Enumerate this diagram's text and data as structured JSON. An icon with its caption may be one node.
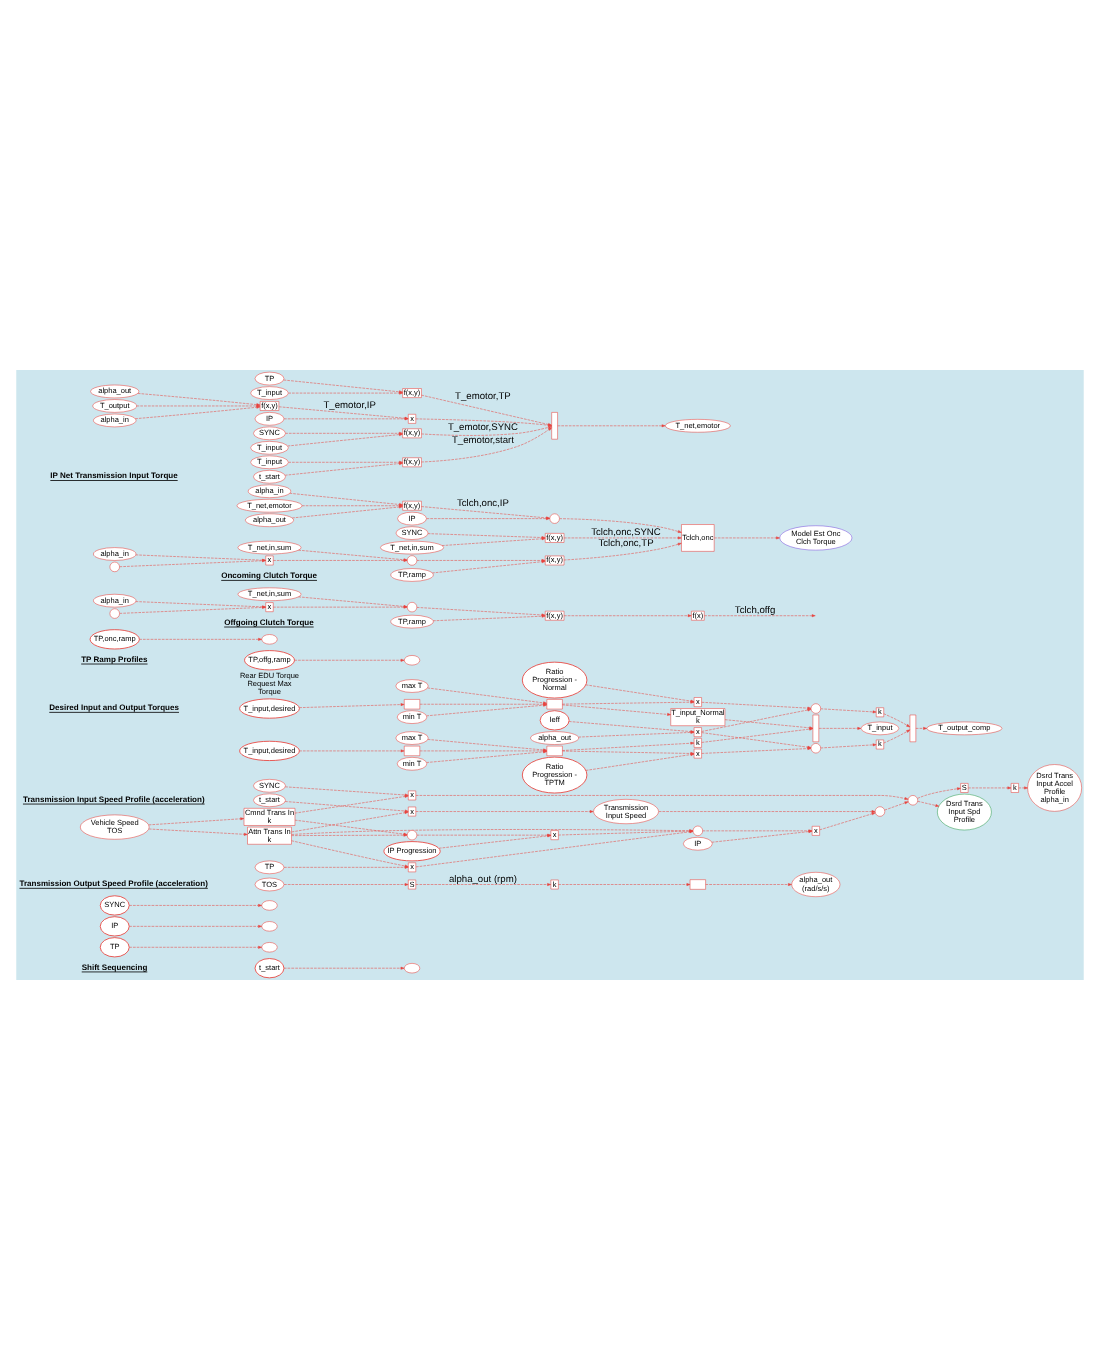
{
  "diagram": {
    "nodes": [
      {
        "text": [
          "t_start"
        ]
      },
      {
        "text": [],
        "shape": "oval"
      },
      {
        "text": [
          "TP"
        ]
      },
      {
        "text": [],
        "shape": "oval"
      },
      {
        "text": [
          "IP"
        ]
      },
      {
        "text": [],
        "shape": "oval"
      },
      {
        "text": [
          "SYNC"
        ]
      },
      {
        "text": [],
        "shape": "oval"
      },
      {
        "text": [
          "TOS"
        ]
      },
      {
        "text": [
          "S"
        ]
      },
      {
        "text": [
          "k"
        ]
      },
      {
        "text": [],
        "shape": "box"
      },
      {
        "text": [
          "alpha_out (rad/s/s)"
        ]
      },
      {
        "text": [
          "t_start"
        ]
      },
      {
        "text": [
          "x"
        ]
      },
      {
        "text": [
          "TP"
        ]
      },
      {
        "text": [
          "x"
        ]
      },
      {
        "text": [
          "Vehicle Speed",
          "TOS"
        ]
      },
      {
        "text": [
          "Attn Trans In",
          "k"
        ]
      },
      {
        "text": [
          "Cmnd Trans In",
          "k"
        ]
      },
      {
        "text": [
          "SYNC"
        ]
      },
      {
        "text": [
          "x"
        ]
      },
      {
        "text": [
          "Transmission Input Speed"
        ]
      },
      {
        "text": [],
        "shape": "circle"
      },
      {
        "text": [],
        "shape": "circle"
      },
      {
        "text": [
          "x"
        ]
      },
      {
        "text": [
          "IP Progression"
        ]
      },
      {
        "text": [
          "IP"
        ]
      },
      {
        "text": [
          "x"
        ]
      },
      {
        "text": [],
        "shape": "circle"
      },
      {
        "text": [],
        "shape": "circle"
      },
      {
        "text": [
          "S"
        ]
      },
      {
        "text": [
          "k"
        ]
      },
      {
        "text": [
          "Dsrd Trans Input Accel Profile alpha_in"
        ]
      },
      {
        "text": [
          "Dsrd Trans Input Spd Profile"
        ]
      },
      {
        "text": [
          "max T"
        ]
      },
      {
        "text": [
          "T_input,desired"
        ]
      },
      {
        "text": [],
        "shape": "box"
      },
      {
        "text": [
          "min T"
        ]
      },
      {
        "text": [],
        "shape": "box"
      },
      {
        "text": [
          "T_input_Normal",
          "k"
        ]
      },
      {
        "text": [
          "x"
        ]
      },
      {
        "text": [
          "Ratio Progression - Normal"
        ]
      },
      {
        "text": [
          "alpha_out"
        ]
      },
      {
        "text": [
          "x"
        ]
      },
      {
        "text": [
          "Ieff"
        ]
      },
      {
        "text": [],
        "shape": "circle"
      },
      {
        "text": [
          "Ratio Progression - TPTM"
        ]
      },
      {
        "text": [
          "x"
        ]
      },
      {
        "text": [],
        "shape": "circle"
      },
      {
        "text": [
          "k"
        ]
      },
      {
        "text": [
          "k"
        ]
      },
      {
        "text": [],
        "shape": "bar"
      },
      {
        "text": [
          "T_output_comp"
        ]
      },
      {
        "text": [
          "max T"
        ]
      },
      {
        "text": [
          "T_input,desired"
        ]
      },
      {
        "text": [],
        "shape": "box"
      },
      {
        "text": [
          "min T"
        ]
      },
      {
        "text": [],
        "shape": "box"
      },
      {
        "text": [
          "k"
        ]
      },
      {
        "text": [],
        "shape": "bar"
      },
      {
        "text": [
          "T_input"
        ]
      },
      {
        "text": [
          "TP,offg,ramp"
        ]
      },
      {
        "text": [],
        "shape": "oval"
      },
      {
        "text": [
          "TP,onc,ramp"
        ]
      },
      {
        "text": [],
        "shape": "oval"
      },
      {
        "text": [
          "TP,ramp"
        ]
      },
      {
        "text": [
          "f(x,y)"
        ]
      },
      {
        "text": [
          "f(x)"
        ]
      },
      {
        "text": [
          "T_net,in,sum"
        ]
      },
      {
        "text": [],
        "shape": "circle"
      },
      {
        "text": [
          "alpha_in"
        ]
      },
      {
        "text": [
          "x"
        ]
      },
      {
        "text": [],
        "shape": "circle"
      },
      {
        "text": [
          "TP,ramp"
        ]
      },
      {
        "text": [
          "f(x,y)"
        ]
      },
      {
        "text": [
          "T_net,in,sum"
        ]
      },
      {
        "text": [],
        "shape": "circle"
      },
      {
        "text": [
          "alpha_in"
        ]
      },
      {
        "text": [
          "x"
        ]
      },
      {
        "text": [],
        "shape": "circle"
      },
      {
        "text": [
          "alpha_in"
        ]
      },
      {
        "text": [
          "T_net,emotor"
        ]
      },
      {
        "text": [
          "alpha_out"
        ]
      },
      {
        "text": [
          "f(x,y)"
        ]
      },
      {
        "text": [
          "IP"
        ]
      },
      {
        "text": [],
        "shape": "circle"
      },
      {
        "text": [
          "SYNC"
        ]
      },
      {
        "text": [
          "T_net,in,sum"
        ]
      },
      {
        "text": [
          "f(x,y)"
        ]
      },
      {
        "text": [
          "Tclch,onc"
        ]
      },
      {
        "text": [
          "Model Est Onc Clch Torque"
        ]
      },
      {
        "text": [
          "t_start"
        ]
      },
      {
        "text": [
          "T_input"
        ]
      },
      {
        "text": [
          "f(x,y)"
        ]
      },
      {
        "text": [
          "TP"
        ]
      },
      {
        "text": [
          "T_input"
        ]
      },
      {
        "text": [
          "f(x,y)"
        ]
      },
      {
        "text": [
          "alpha_out"
        ]
      },
      {
        "text": [
          "T_output"
        ]
      },
      {
        "text": [
          "alpha_in"
        ]
      },
      {
        "text": [
          "f(x,y)"
        ]
      },
      {
        "text": [
          "IP"
        ]
      },
      {
        "text": [
          "x"
        ]
      },
      {
        "text": [
          "SYNC"
        ]
      },
      {
        "text": [
          "T_input"
        ]
      },
      {
        "text": [
          "f(x,y)"
        ]
      },
      {
        "text": [],
        "shape": "bar"
      },
      {
        "text": [
          "T_net,emotor"
        ]
      }
    ],
    "edges": [
      {
        "from": 0,
        "to": 1,
        "arrow": "to"
      },
      {
        "from": 2,
        "to": 3,
        "arrow": "to"
      },
      {
        "from": 4,
        "to": 5,
        "arrow": "to"
      },
      {
        "from": 6,
        "to": 7,
        "arrow": "to"
      },
      {
        "from": 8,
        "to": 9,
        "arrow": "to"
      },
      {
        "from": 9,
        "to": 10,
        "arrow": "to",
        "label": "alpha_out (rpm)"
      },
      {
        "from": 10,
        "to": 11,
        "arrow": "to"
      },
      {
        "from": 11,
        "to": 12,
        "arrow": "to"
      },
      {
        "from": 17,
        "to": 18,
        "arrow": "to"
      },
      {
        "from": 17,
        "to": 19,
        "arrow": "to"
      },
      {
        "from": 13,
        "to": 14,
        "arrow": "to"
      },
      {
        "from": 18,
        "to": 14,
        "arrow": "to"
      },
      {
        "from": 14,
        "to": 22,
        "arrow": "to"
      },
      {
        "from": 15,
        "to": 16,
        "arrow": "to"
      },
      {
        "from": 18,
        "to": 16,
        "arrow": "to"
      },
      {
        "from": 16,
        "to": 23,
        "arrow": "to"
      },
      {
        "from": 18,
        "to": 23,
        "arrow": "to"
      },
      {
        "from": 18,
        "to": 24,
        "arrow": "to"
      },
      {
        "from": 19,
        "to": 24,
        "arrow": "to"
      },
      {
        "from": 24,
        "to": 25,
        "arrow": "to"
      },
      {
        "from": 26,
        "to": 25,
        "arrow": "to"
      },
      {
        "from": 25,
        "to": 23,
        "arrow": "to"
      },
      {
        "from": 23,
        "to": 28,
        "arrow": "to"
      },
      {
        "from": 27,
        "to": 28,
        "arrow": "to"
      },
      {
        "from": 28,
        "to": 29,
        "arrow": "to"
      },
      {
        "from": 22,
        "to": 29,
        "arrow": "to"
      },
      {
        "from": 29,
        "to": 30,
        "arrow": "to"
      },
      {
        "from": 19,
        "to": 21,
        "arrow": "to"
      },
      {
        "from": 20,
        "to": 21,
        "arrow": "to"
      },
      {
        "from": 21,
        "to": 30,
        "arrow": "to"
      },
      {
        "from": 30,
        "to": 31,
        "arrow": "to"
      },
      {
        "from": 31,
        "to": 32,
        "arrow": "to"
      },
      {
        "from": 32,
        "to": 33,
        "arrow": "to"
      },
      {
        "from": 30,
        "to": 34,
        "arrow": "to"
      },
      {
        "from": 35,
        "to": 39,
        "arrow": "to"
      },
      {
        "from": 36,
        "to": 37,
        "arrow": "to"
      },
      {
        "from": 37,
        "to": 39,
        "arrow": "to"
      },
      {
        "from": 38,
        "to": 39,
        "arrow": "to"
      },
      {
        "from": 39,
        "to": 41,
        "arrow": "to"
      },
      {
        "from": 39,
        "to": 40,
        "arrow": "to"
      },
      {
        "from": 42,
        "to": 41,
        "arrow": "to"
      },
      {
        "from": 41,
        "to": 46,
        "arrow": "to"
      },
      {
        "from": 43,
        "to": 44,
        "arrow": "to"
      },
      {
        "from": 45,
        "to": 44,
        "arrow": "to"
      },
      {
        "from": 44,
        "to": 46,
        "arrow": "to"
      },
      {
        "from": 44,
        "to": 49,
        "arrow": "to"
      },
      {
        "from": 46,
        "to": 50,
        "arrow": "to"
      },
      {
        "from": 49,
        "to": 51,
        "arrow": "to"
      },
      {
        "from": 50,
        "to": 52,
        "arrow": "to"
      },
      {
        "from": 51,
        "to": 52,
        "arrow": "to"
      },
      {
        "from": 52,
        "to": 53,
        "arrow": "to"
      },
      {
        "from": 47,
        "to": 48,
        "arrow": "to"
      },
      {
        "from": 48,
        "to": 49,
        "arrow": "to"
      },
      {
        "from": 54,
        "to": 58,
        "arrow": "to"
      },
      {
        "from": 55,
        "to": 56,
        "arrow": "to"
      },
      {
        "from": 56,
        "to": 58,
        "arrow": "to"
      },
      {
        "from": 57,
        "to": 58,
        "arrow": "to"
      },
      {
        "from": 58,
        "to": 48,
        "arrow": "to"
      },
      {
        "from": 58,
        "to": 59,
        "arrow": "to"
      },
      {
        "from": 40,
        "to": 60,
        "arrow": "to"
      },
      {
        "from": 59,
        "to": 60,
        "arrow": "to"
      },
      {
        "from": 60,
        "to": 61,
        "arrow": "to"
      },
      {
        "from": 62,
        "to": 63,
        "arrow": "to"
      },
      {
        "from": 64,
        "to": 65,
        "arrow": "to"
      },
      {
        "from": 66,
        "to": 67,
        "arrow": "to"
      },
      {
        "from": 67,
        "to": 68,
        "arrow": "to"
      },
      {
        "from": 68,
        "to": null,
        "arrow": "to",
        "label": "Tclch,offg"
      },
      {
        "from": 69,
        "to": 70,
        "arrow": "to"
      },
      {
        "from": 70,
        "to": 67,
        "arrow": "to"
      },
      {
        "from": 71,
        "to": 72,
        "arrow": "to"
      },
      {
        "from": 73,
        "to": 72,
        "arrow": "to"
      },
      {
        "from": 72,
        "to": 70,
        "arrow": "to"
      },
      {
        "from": 74,
        "to": 75,
        "arrow": "to"
      },
      {
        "from": 77,
        "to": 75,
        "arrow": "to"
      },
      {
        "from": 76,
        "to": 77,
        "arrow": "to"
      },
      {
        "from": 78,
        "to": 79,
        "arrow": "to"
      },
      {
        "from": 80,
        "to": 79,
        "arrow": "to"
      },
      {
        "from": 79,
        "to": 77,
        "arrow": "to"
      },
      {
        "from": 75,
        "to": 90,
        "arrow": "to",
        "label": "Tclch,onc,TP"
      },
      {
        "from": 81,
        "to": 84,
        "arrow": "to"
      },
      {
        "from": 82,
        "to": 84,
        "arrow": "to"
      },
      {
        "from": 83,
        "to": 84,
        "arrow": "to"
      },
      {
        "from": 84,
        "to": 86,
        "arrow": "to",
        "label": "Tclch,onc,IP"
      },
      {
        "from": 85,
        "to": 86,
        "arrow": "to"
      },
      {
        "from": 86,
        "to": 90,
        "arrow": "to"
      },
      {
        "from": 87,
        "to": 89,
        "arrow": "to"
      },
      {
        "from": 88,
        "to": 89,
        "arrow": "to"
      },
      {
        "from": 89,
        "to": 90,
        "arrow": "to",
        "label": "Tclch,onc,SYNC"
      },
      {
        "from": 90,
        "to": 91,
        "arrow": "to"
      },
      {
        "from": 92,
        "to": 94,
        "arrow": "to"
      },
      {
        "from": 93,
        "to": 94,
        "arrow": "to"
      },
      {
        "from": 94,
        "to": 107,
        "arrow": "to",
        "label": "T_emotor,start"
      },
      {
        "from": 95,
        "to": 97,
        "arrow": "to"
      },
      {
        "from": 96,
        "to": 97,
        "arrow": "to"
      },
      {
        "from": 97,
        "to": 107,
        "arrow": "to",
        "label": "T_emotor,TP"
      },
      {
        "from": 98,
        "to": 101,
        "arrow": "to"
      },
      {
        "from": 99,
        "to": 101,
        "arrow": "to"
      },
      {
        "from": 100,
        "to": 101,
        "arrow": "to"
      },
      {
        "from": 101,
        "to": 103,
        "arrow": "to",
        "label": "T_emotor,IP"
      },
      {
        "from": 102,
        "to": 103,
        "arrow": "to"
      },
      {
        "from": 103,
        "to": 107,
        "arrow": "to"
      },
      {
        "from": 104,
        "to": 106,
        "arrow": "to"
      },
      {
        "from": 105,
        "to": 106,
        "arrow": "to"
      },
      {
        "from": 106,
        "to": 107,
        "arrow": "to",
        "label": "T_emotor,SYNC"
      },
      {
        "from": 107,
        "to": 108,
        "arrow": "to"
      }
    ],
    "labels": [
      "Shift Sequencing",
      "Transmission Output Speed Profile (acceleration)",
      "Transmission Input Speed Profile (acceleration)",
      "Desired Input and Output Torques",
      "Rear EDU Torque Request Max Torque",
      "TP Ramp Profiles",
      "Offgoing Clutch Torque",
      "IP Net Transmission Input Torque",
      "Oncoming Clutch Torque"
    ]
  }
}
